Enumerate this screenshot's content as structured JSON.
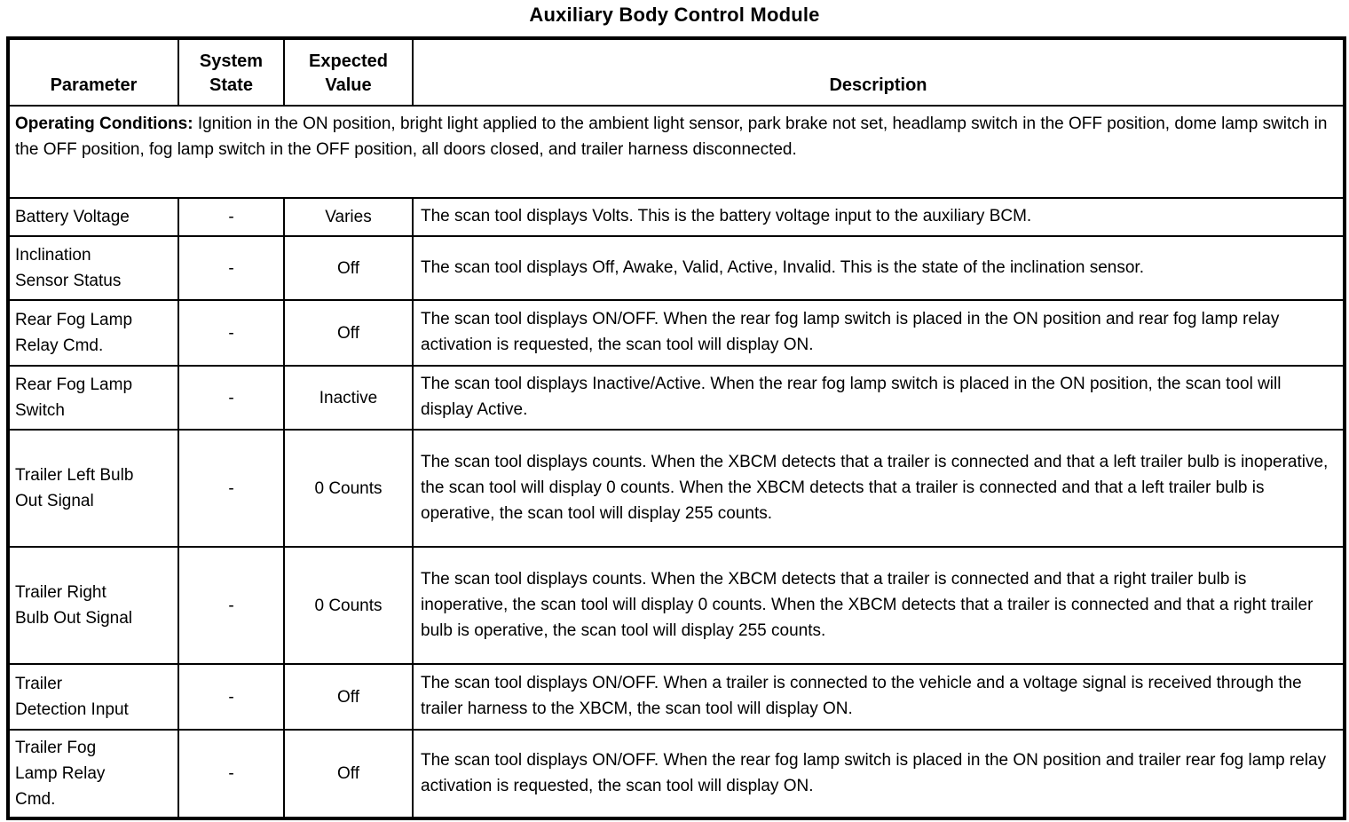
{
  "title": "Auxiliary Body Control Module",
  "table": {
    "headers": [
      "Parameter",
      "System State",
      "Expected Value",
      "Description"
    ],
    "operating_conditions": {
      "label": "Operating Conditions:",
      "text": " Ignition in the ON position, bright light applied to the ambient light sensor, park brake not set, headlamp switch in the OFF position, dome lamp switch in the OFF position, fog lamp switch in the OFF position, all doors closed, and trailer harness disconnected."
    },
    "rows": [
      {
        "parameter": "Battery Voltage",
        "system_state": "-",
        "expected_value": "Varies",
        "description": "The scan tool displays Volts. This is the battery voltage input to the auxiliary BCM.",
        "height_class": "data-row-h40"
      },
      {
        "parameter": "Inclination\nSensor Status",
        "system_state": "-",
        "expected_value": "Off",
        "description": "The scan tool displays Off, Awake, Valid, Active, Invalid. This is the state of the inclination sensor.",
        "height_class": "data-row-h72"
      },
      {
        "parameter": "Rear Fog Lamp\nRelay Cmd.",
        "system_state": "-",
        "expected_value": "Off",
        "description": "The scan tool displays ON/OFF. When the rear fog lamp switch is placed in the ON position and rear fog lamp relay activation is requested, the scan tool will display ON.",
        "height_class": "data-row-h74"
      },
      {
        "parameter": "Rear Fog Lamp\nSwitch",
        "system_state": "-",
        "expected_value": "Inactive",
        "description": "The scan tool displays Inactive/Active. When the rear fog lamp switch is placed in the ON position, the scan tool will display Active.",
        "height_class": "data-row-h72"
      },
      {
        "parameter": "Trailer Left Bulb\nOut Signal",
        "system_state": "-",
        "expected_value": "0 Counts",
        "description": "The scan tool displays counts. When the XBCM detects that a trailer is connected and that a left trailer bulb is inoperative, the scan tool will display 0 counts. When the XBCM detects that a trailer is connected and that a left trailer bulb is operative, the scan tool will display 255 counts.",
        "height_class": "data-row-h132"
      },
      {
        "parameter": "Trailer Right\nBulb Out Signal",
        "system_state": "-",
        "expected_value": "0 Counts",
        "description": "The scan tool displays counts. When the XBCM detects that a trailer is connected and that a right trailer bulb is inoperative, the scan tool will display 0 counts. When the XBCM detects that a trailer is connected and that a right trailer bulb is operative, the scan tool will display 255 counts.",
        "height_class": "data-row-h132"
      },
      {
        "parameter": "Trailer\nDetection Input",
        "system_state": "-",
        "expected_value": "Off",
        "description": "The scan tool displays ON/OFF. When a trailer is connected to the vehicle and a voltage signal is received through the trailer harness to the XBCM, the scan tool will display ON.",
        "height_class": "data-row-h74"
      },
      {
        "parameter": "Trailer Fog\nLamp Relay\nCmd.",
        "system_state": "-",
        "expected_value": "Off",
        "description": "The scan tool displays ON/OFF. When the rear fog lamp switch is placed in the ON position and trailer rear fog lamp relay activation is requested, the scan tool will display ON.",
        "height_class": "data-row-h100"
      }
    ]
  }
}
